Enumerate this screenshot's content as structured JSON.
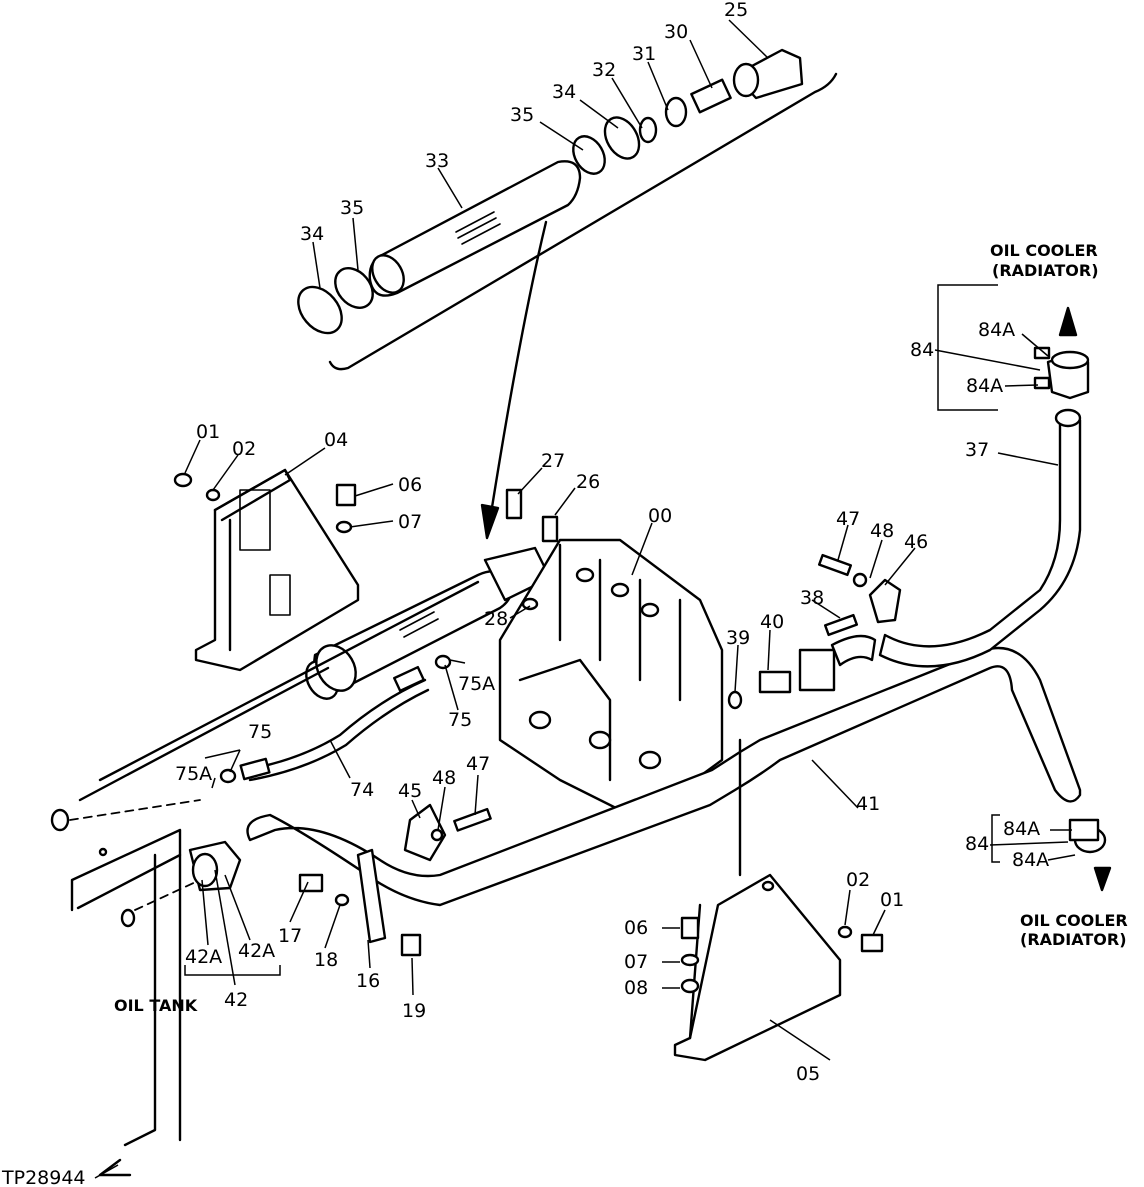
{
  "diagram": {
    "figure_id": "TP28944",
    "notes": {
      "oil_cooler_top_line1": "OIL COOLER",
      "oil_cooler_top_line2": "(RADIATOR)",
      "oil_cooler_bottom_line1": "OIL COOLER",
      "oil_cooler_bottom_line2": "(RADIATOR)",
      "oil_tank": "OIL TANK"
    },
    "callouts": [
      "25",
      "30",
      "31",
      "32",
      "34",
      "35",
      "33",
      "35",
      "34",
      "01",
      "02",
      "04",
      "06",
      "07",
      "27",
      "26",
      "00",
      "28",
      "47",
      "48",
      "46",
      "38",
      "40",
      "39",
      "37",
      "84A",
      "84",
      "84A",
      "75A",
      "75",
      "75",
      "75A",
      "74",
      "45",
      "48",
      "47",
      "41",
      "84A",
      "84",
      "84A",
      "42A",
      "42A",
      "42",
      "17",
      "18",
      "16",
      "19",
      "06",
      "07",
      "08",
      "05",
      "02",
      "01"
    ]
  }
}
